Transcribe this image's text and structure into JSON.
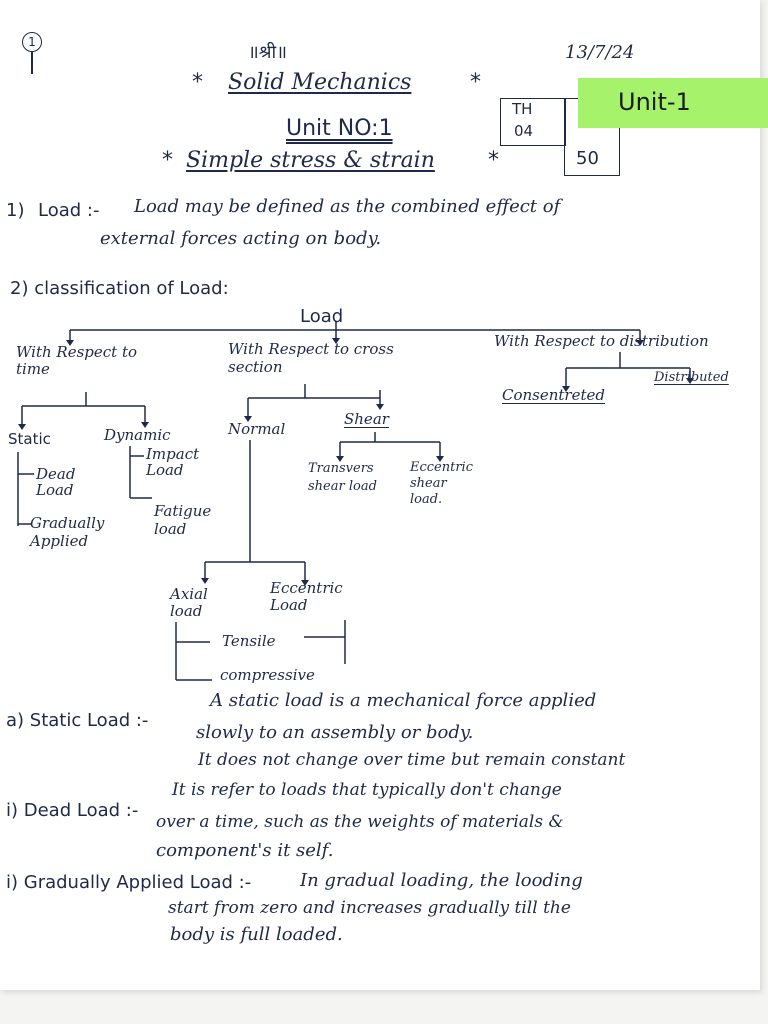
{
  "header": {
    "page_number": "1",
    "top_mark": "॥श्री॥",
    "date": "13/7/24",
    "subject_title": "Solid Mechanics",
    "unit_label": "Unit NO:1",
    "topic": "Simple stress & strain",
    "unit_tag": "Unit-1",
    "marks": {
      "th_label": "TH",
      "th_value": "04",
      "total": "50"
    }
  },
  "definition": {
    "number": "1)",
    "term": "Load :-",
    "text_line1": "Load may be defined as the combined effect of",
    "text_line2": "external forces acting on body."
  },
  "classification": {
    "heading": "2) classification of Load:",
    "root": "Load",
    "branches": {
      "time": "With Respect to time",
      "cross_section": "With Respect to cross section",
      "distribution": "With Respect to distribution"
    },
    "time_children": {
      "static": "Static",
      "dynamic": "Dynamic"
    },
    "static_children": [
      "Dead Load",
      "Gradually Applied"
    ],
    "dynamic_children": [
      "Impact Load",
      "Fatigue load"
    ],
    "section_children": {
      "normal": "Normal",
      "shear": "Shear"
    },
    "shear_children": [
      "Transvers shear load",
      "Eccentric shear load."
    ],
    "normal_children": [
      "Axial load",
      "Eccentric Load"
    ],
    "axial_children": [
      "Tensile",
      "compressive"
    ],
    "distribution_children": [
      "Consentreted",
      "Distributed"
    ]
  },
  "notes": {
    "static": {
      "label": "a) Static Load :-",
      "line1": "A static load is a mechanical force applied",
      "line2": "slowly to an assembly or body.",
      "line3": "It does not change over time but remain constant"
    },
    "dead": {
      "label": "i) Dead Load :-",
      "line1": "It is refer to loads that typically don't change",
      "line2": "over a time, such as the weights of materials &",
      "line3": "component's it self."
    },
    "gradual": {
      "label": "i) Gradually Applied Load :-",
      "line1": "In gradual loading, the looding",
      "line2": "start from zero and increases gradually till the",
      "line3": "body is full loaded."
    }
  }
}
